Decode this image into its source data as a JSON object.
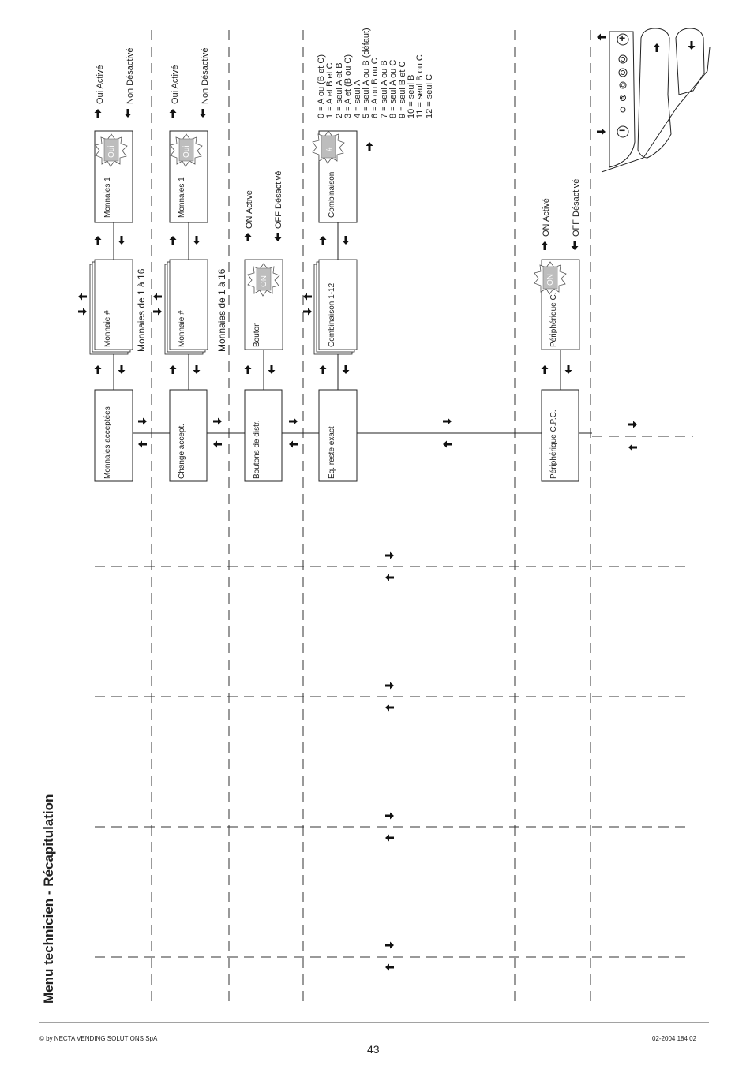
{
  "title": "Menu technicien - Récapitulation",
  "footer": {
    "copyright": "© by NECTA VENDING SOLUTIONS SpA",
    "page_number": "43",
    "doc_code": "02-2004 184 02"
  },
  "menu": {
    "main": [
      "Monnaies acceptées",
      "Change accept.",
      "Boutons de distr.",
      "Eq. reste exact",
      "Périphérique C.P.C."
    ],
    "level2": [
      "Monnaie  #",
      "Monnaie  #",
      "Bouton",
      "Combinaison 1-12",
      "Périphérique C."
    ],
    "level2_notes": [
      "Monnaies de 1  à 16",
      "Monnaies de 1  à 16"
    ],
    "level3": [
      "Monnaies 1",
      "Monnaies 1",
      "Combinaison"
    ]
  },
  "badges": {
    "oui": "Oui",
    "on": "ON",
    "hash": "#"
  },
  "options": {
    "oui": "Oui  Activé",
    "non": "Non  Désactivé",
    "on": "ON   Activé",
    "off": "OFF  Désactivé"
  },
  "combinations": [
    "0 = A ou (B et C)",
    "1 = A et B et C",
    "2 = seul A et B",
    "3 = A et (B ou C)",
    "4 = seul A",
    "5 = seul A ou B (défaut)",
    "6 = A ou B ou C",
    "7 = seul A ou B",
    "8 = seul A ou C",
    "9 = seul B et C",
    "10 = seul B",
    "11 = seul B ou C",
    "12 = seul C"
  ],
  "keypad": {
    "plus": "+",
    "minus": "−"
  }
}
